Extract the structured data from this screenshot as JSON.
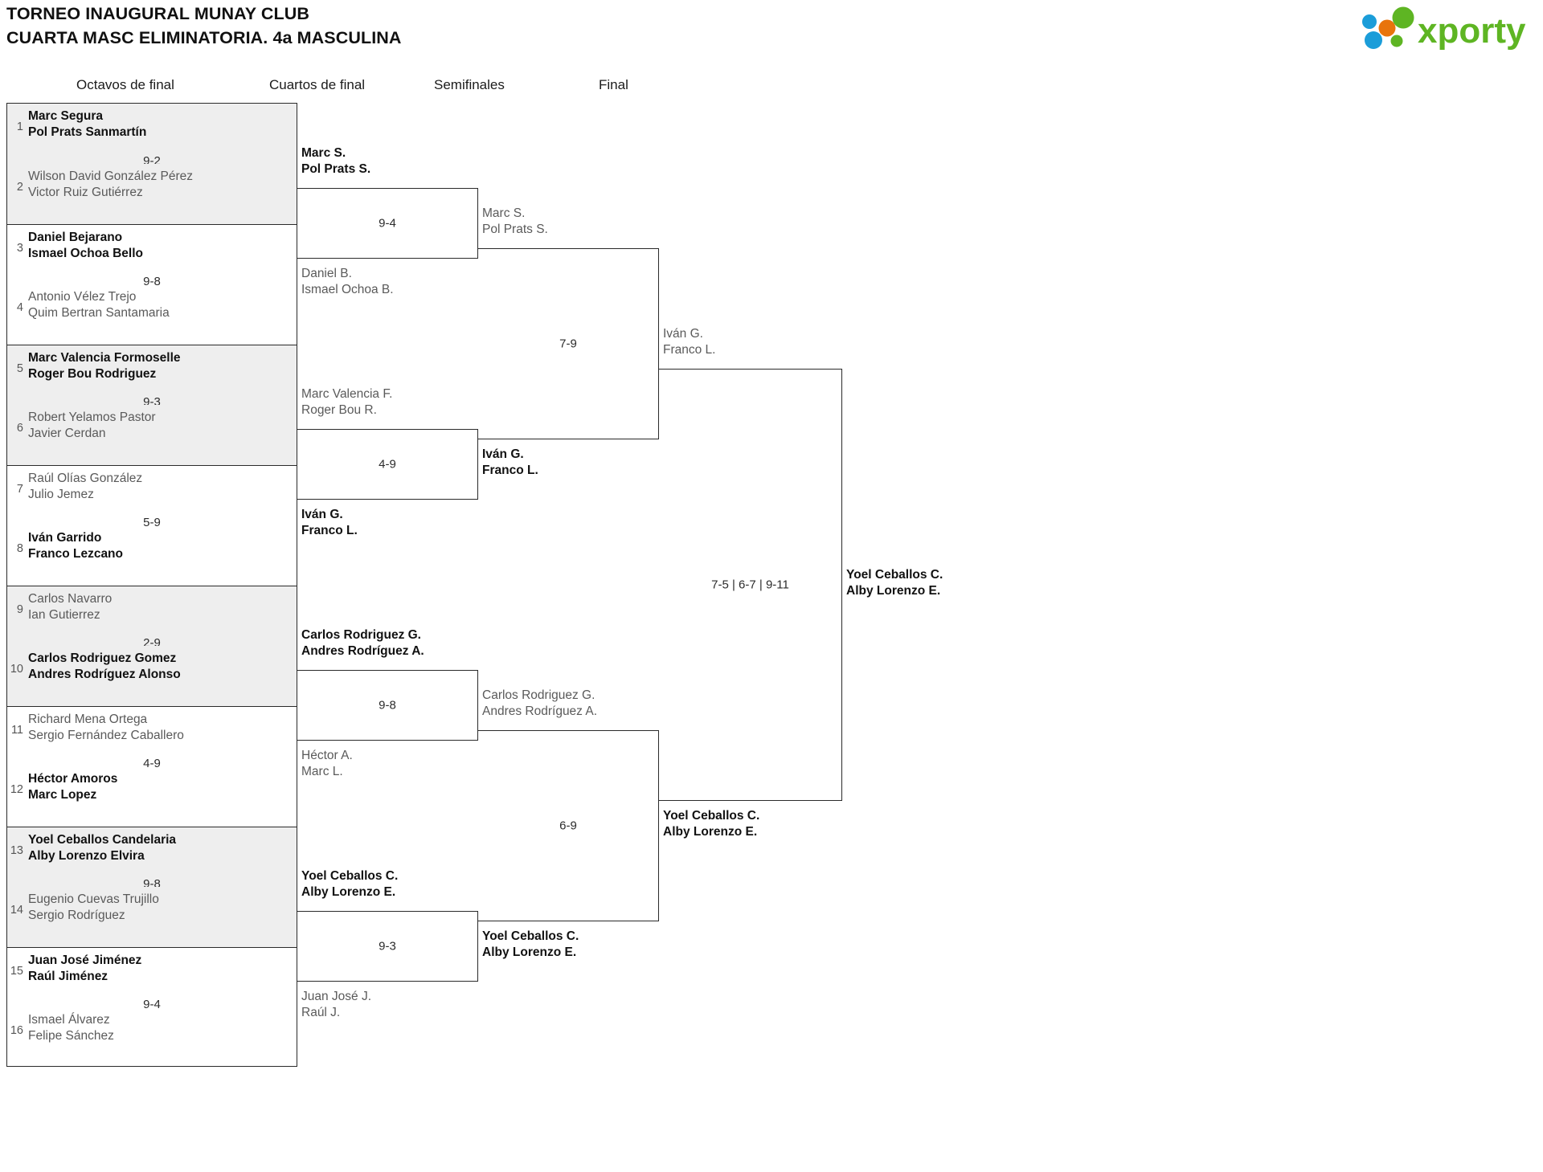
{
  "header": {
    "title_line1": "TORNEO INAUGURAL MUNAY CLUB",
    "title_line2": "CUARTA MASC ELIMINATORIA. 4a MASCULINA",
    "logo_text": "xporty",
    "logo_colors": {
      "blue": "#1b9dd9",
      "orange": "#e8740c",
      "green": "#5eb523"
    }
  },
  "rounds": [
    {
      "key": "r16",
      "label": "Octavos de final"
    },
    {
      "key": "qf",
      "label": "Cuartos de final"
    },
    {
      "key": "sf",
      "label": "Semifinales"
    },
    {
      "key": "final",
      "label": "Final"
    }
  ],
  "bracket": {
    "round_of_16": {
      "matches": [
        {
          "score": "9-2",
          "top": {
            "seed": "1",
            "p1": "Marc Segura",
            "p2": "Pol Prats Sanmartín",
            "winner": true
          },
          "bottom": {
            "seed": "2",
            "p1": "Wilson David González Pérez",
            "p2": "Victor Ruiz Gutiérrez",
            "winner": false
          }
        },
        {
          "score": "9-8",
          "top": {
            "seed": "3",
            "p1": "Daniel Bejarano",
            "p2": "Ismael Ochoa Bello",
            "winner": true
          },
          "bottom": {
            "seed": "4",
            "p1": "Antonio Vélez Trejo",
            "p2": "Quim Bertran Santamaria",
            "winner": false
          }
        },
        {
          "score": "9-3",
          "top": {
            "seed": "5",
            "p1": "Marc Valencia Formoselle",
            "p2": "Roger Bou Rodriguez",
            "winner": true
          },
          "bottom": {
            "seed": "6",
            "p1": "Robert Yelamos Pastor",
            "p2": "Javier Cerdan",
            "winner": false
          }
        },
        {
          "score": "5-9",
          "top": {
            "seed": "7",
            "p1": "Raúl Olías González",
            "p2": "Julio Jemez",
            "winner": false
          },
          "bottom": {
            "seed": "8",
            "p1": "Iván Garrido",
            "p2": "Franco Lezcano",
            "winner": true
          }
        },
        {
          "score": "2-9",
          "top": {
            "seed": "9",
            "p1": "Carlos Navarro",
            "p2": "Ian Gutierrez",
            "winner": false
          },
          "bottom": {
            "seed": "10",
            "p1": "Carlos Rodriguez Gomez",
            "p2": "Andres Rodríguez Alonso",
            "winner": true
          }
        },
        {
          "score": "4-9",
          "top": {
            "seed": "11",
            "p1": "Richard Mena Ortega",
            "p2": "Sergio Fernández Caballero",
            "winner": false
          },
          "bottom": {
            "seed": "12",
            "p1": "Héctor Amoros",
            "p2": "Marc Lopez",
            "winner": true
          }
        },
        {
          "score": "9-8",
          "top": {
            "seed": "13",
            "p1": "Yoel Ceballos Candelaria",
            "p2": "Alby Lorenzo Elvira",
            "winner": true
          },
          "bottom": {
            "seed": "14",
            "p1": "Eugenio Cuevas Trujillo",
            "p2": "Sergio Rodríguez",
            "winner": false
          }
        },
        {
          "score": "9-4",
          "top": {
            "seed": "15",
            "p1": "Juan José Jiménez",
            "p2": "Raúl Jiménez",
            "winner": true
          },
          "bottom": {
            "seed": "16",
            "p1": "Ismael Álvarez",
            "p2": "Felipe Sánchez",
            "winner": false
          }
        }
      ]
    },
    "quarter_finals": {
      "matches": [
        {
          "score": "9-4",
          "top": {
            "p1": "Marc S.",
            "p2": "Pol Prats S.",
            "winner": true
          },
          "bottom": {
            "p1": "Daniel B.",
            "p2": "Ismael Ochoa B.",
            "winner": false
          }
        },
        {
          "score": "4-9",
          "top": {
            "p1": "Marc Valencia F.",
            "p2": "Roger Bou R.",
            "winner": false
          },
          "bottom": {
            "p1": "Iván G.",
            "p2": "Franco L.",
            "winner": true
          }
        },
        {
          "score": "9-8",
          "top": {
            "p1": "Carlos Rodriguez G.",
            "p2": "Andres Rodríguez A.",
            "winner": true
          },
          "bottom": {
            "p1": "Héctor A.",
            "p2": "Marc L.",
            "winner": false
          }
        },
        {
          "score": "9-3",
          "top": {
            "p1": "Yoel Ceballos C.",
            "p2": "Alby Lorenzo E.",
            "winner": true
          },
          "bottom": {
            "p1": "Juan José J.",
            "p2": "Raúl J.",
            "winner": false
          }
        }
      ]
    },
    "semi_finals": {
      "matches": [
        {
          "score": "7-9",
          "top": {
            "p1": "Marc S.",
            "p2": "Pol Prats S.",
            "winner": false
          },
          "bottom": {
            "p1": "Iván G.",
            "p2": "Franco L.",
            "winner": true
          }
        },
        {
          "score": "6-9",
          "top": {
            "p1": "Carlos Rodriguez G.",
            "p2": "Andres Rodríguez A.",
            "winner": false
          },
          "bottom": {
            "p1": "Yoel Ceballos C.",
            "p2": "Alby Lorenzo E.",
            "winner": true
          }
        }
      ]
    },
    "final": {
      "score": "7-5 | 6-7 | 9-11",
      "top": {
        "p1": "Iván G.",
        "p2": "Franco L.",
        "winner": false
      },
      "bottom": {
        "p1": "Yoel Ceballos C.",
        "p2": "Alby Lorenzo E.",
        "winner": true
      }
    }
  }
}
